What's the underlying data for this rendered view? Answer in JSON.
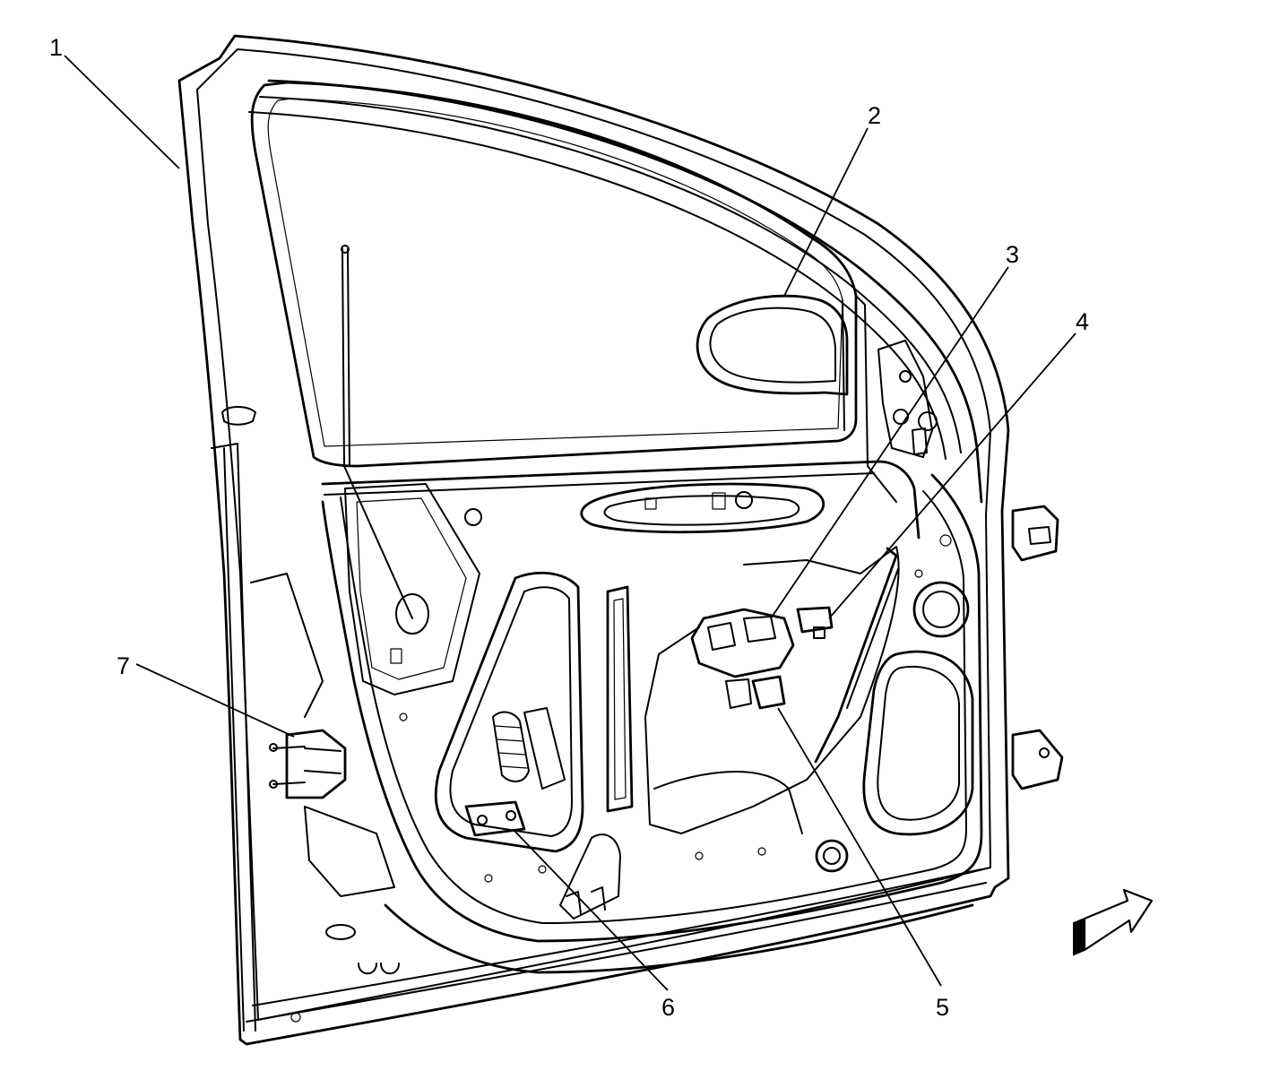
{
  "diagram": {
    "callouts": [
      {
        "id": "1",
        "label": "1"
      },
      {
        "id": "2",
        "label": "2"
      },
      {
        "id": "3",
        "label": "3"
      },
      {
        "id": "4",
        "label": "4"
      },
      {
        "id": "5",
        "label": "5"
      },
      {
        "id": "6",
        "label": "6"
      },
      {
        "id": "7",
        "label": "7"
      }
    ],
    "colors": {
      "line": "#000000",
      "background": "#ffffff",
      "arrow_front_face": "#ffffff",
      "arrow_side_face": "#000000"
    },
    "icons": [
      "door-inner-panel-illustration",
      "direction-arrow-icon"
    ]
  }
}
